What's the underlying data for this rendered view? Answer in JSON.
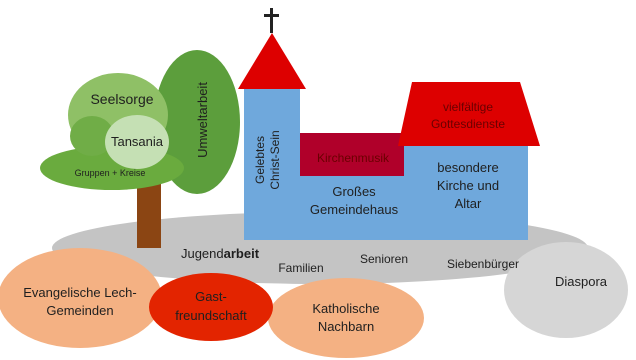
{
  "tree": {
    "seelsorge": "Seelsorge",
    "tansania": "Tansania",
    "gruppen_kreise": "Gruppen + Kreise",
    "umweltarbeit": "Umweltarbeit"
  },
  "church": {
    "tower_line1": "Gelebtes",
    "tower_line2": "Christ-Sein",
    "kirchenmusik": "Kirchenmusik",
    "gemeindehaus_line1": "Großes",
    "gemeindehaus_line2": "Gemeindehaus",
    "gottesdienste_line1": "vielfältige",
    "gottesdienste_line2": "Gottesdienste",
    "altar_line1": "besondere",
    "altar_line2": "Kirche und",
    "altar_line3": "Altar"
  },
  "ground": {
    "jugend_plain": "Jugend",
    "jugend_bold": "arbeit",
    "familien": "Familien",
    "senioren": "Senioren",
    "siebenbuerger": "Siebenbürger"
  },
  "bubbles": {
    "lech_line1": "Evangelische Lech-",
    "lech_line2": "Gemeinden",
    "gast_line1": "Gast-",
    "gast_line2": "freundschaft",
    "kath_line1": "Katholische",
    "kath_line2": "Nachbarn",
    "diaspora": "Diaspora"
  },
  "colors": {
    "blue": "#6fa8dc",
    "red": "#dd0000",
    "crimson": "#b0002a",
    "gray": "#c4c4c4",
    "salmon": "#f4b183",
    "lightgray": "#d6d6d6",
    "trunk": "#8b4513",
    "leaf_light": "#a9d18e",
    "leaf_mid": "#70ad47",
    "leaf_dark": "#5c9e3c",
    "leaf_pale": "#c5e0b4"
  }
}
